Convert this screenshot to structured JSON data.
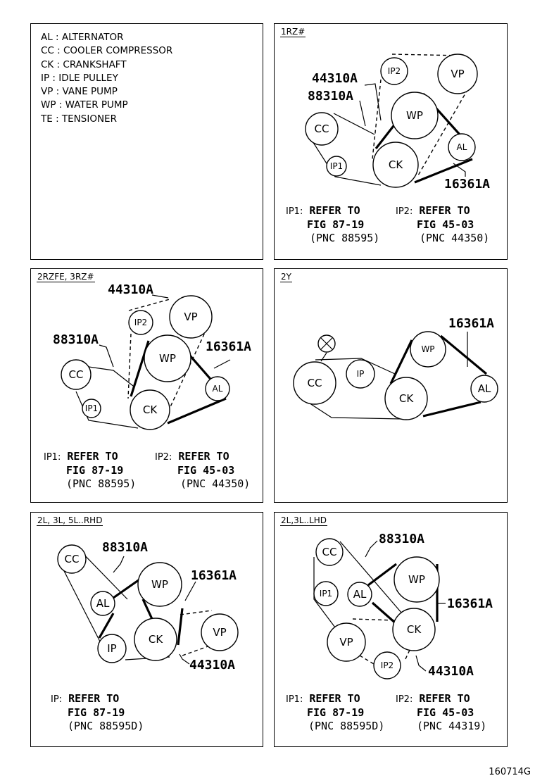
{
  "legend": [
    "AL : ALTERNATOR",
    "CC : COOLER COMPRESSOR",
    "CK : CRANKSHAFT",
    "IP : IDLE PULLEY",
    "VP : VANE PUMP",
    "WP : WATER PUMP",
    "TE : TENSIONER"
  ],
  "panels": {
    "p1": {
      "title": "1RZ#",
      "pulleys": {
        "ip2": "IP2",
        "vp": "VP",
        "wp": "WP",
        "cc": "CC",
        "ip1": "IP1",
        "ck": "CK",
        "al": "AL"
      },
      "parts": {
        "a": "44310A",
        "b": "88310A",
        "c": "16361A"
      },
      "notes": [
        {
          "prefix": "IP1:",
          "l1": "REFER TO",
          "l2": "FIG 87-19",
          "l3": "(PNC 88595)"
        },
        {
          "prefix": "IP2:",
          "l1": "REFER TO",
          "l2": "FIG 45-03",
          "l3": "(PNC 44350)"
        }
      ]
    },
    "p2": {
      "title": "2RZFE, 3RZ#",
      "pulleys": {
        "ip2": "IP2",
        "vp": "VP",
        "wp": "WP",
        "cc": "CC",
        "ip1": "IP1",
        "ck": "CK",
        "al": "AL"
      },
      "parts": {
        "a": "44310A",
        "b": "88310A",
        "c": "16361A"
      },
      "notes": [
        {
          "prefix": "IP1:",
          "l1": "REFER TO",
          "l2": "FIG 87-19",
          "l3": "(PNC 88595)"
        },
        {
          "prefix": "IP2:",
          "l1": "REFER TO",
          "l2": "FIG 45-03",
          "l3": "(PNC 44350)"
        }
      ]
    },
    "p3": {
      "title": "2Y",
      "pulleys": {
        "cc": "CC",
        "ip": "IP",
        "wp": "WP",
        "ck": "CK",
        "al": "AL"
      },
      "parts": {
        "c": "16361A"
      }
    },
    "p4": {
      "title": "2L, 3L, 5L..RHD",
      "pulleys": {
        "cc": "CC",
        "al": "AL",
        "wp": "WP",
        "ip": "IP",
        "ck": "CK",
        "vp": "VP"
      },
      "parts": {
        "b": "88310A",
        "c": "16361A",
        "a": "44310A"
      },
      "notes": [
        {
          "prefix": "IP:",
          "l1": "REFER TO",
          "l2": "FIG 87-19",
          "l3": "(PNC 88595D)"
        }
      ]
    },
    "p5": {
      "title": "2L,3L..LHD",
      "pulleys": {
        "cc": "CC",
        "ip1": "IP1",
        "al": "AL",
        "wp": "WP",
        "ck": "CK",
        "vp": "VP",
        "ip2": "IP2"
      },
      "parts": {
        "b": "88310A",
        "c": "16361A",
        "a": "44310A"
      },
      "notes": [
        {
          "prefix": "IP1:",
          "l1": "REFER TO",
          "l2": "FIG 87-19",
          "l3": "(PNC 88595D)"
        },
        {
          "prefix": "IP2:",
          "l1": "REFER TO",
          "l2": "FIG 45-03",
          "l3": "(PNC 44319)"
        }
      ]
    }
  },
  "figure_code": "160714G"
}
